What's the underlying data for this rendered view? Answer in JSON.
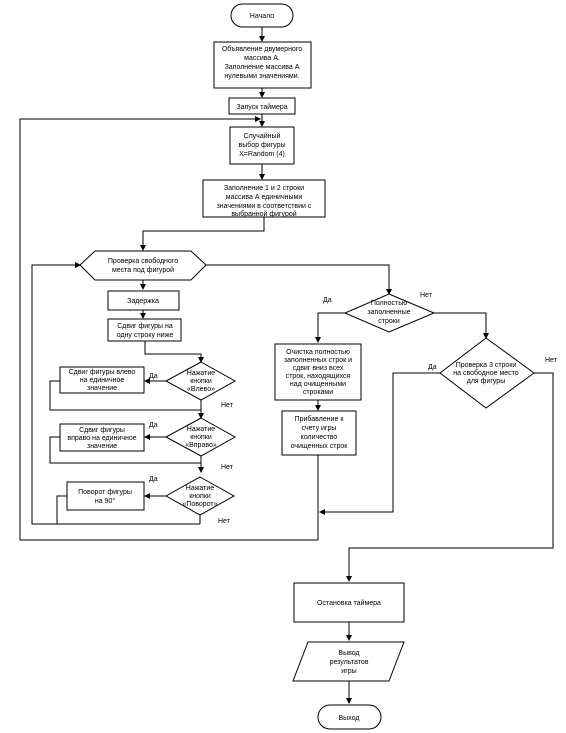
{
  "nodes": {
    "start": "Начало",
    "declare": [
      "Объявление двумерного",
      "массива А.",
      "Заполнение массива А",
      "нулевыми значениями."
    ],
    "timer_start": "Запуск таймера",
    "random": [
      "Случайный",
      "выбор фигуры",
      "X=Random (4)"
    ],
    "fill_rows": [
      "Заполнение 1 и 2 строки",
      "массива А единичными",
      "значениями в соответствии с",
      "выбранной фигурой"
    ],
    "check_space": [
      "Проверка свободного",
      "места под фигурой"
    ],
    "delay": "Задержка",
    "shift_down": [
      "Сдвиг фигуры на",
      "одну строку ниже"
    ],
    "key_left": [
      "Нажатие",
      "кнопки",
      "«Влево»"
    ],
    "shift_left": [
      "Сдвиг фигуры влево",
      "на единичное",
      "значение"
    ],
    "key_right": [
      "Нажатие",
      "кнопки",
      "«Вправо»"
    ],
    "shift_right": [
      "Сдвиг фигуры",
      "вправо на единичное",
      "значение"
    ],
    "key_rotate": [
      "Нажатие",
      "кнопки",
      "«Поворот»"
    ],
    "rotate": [
      "Поворот фигуры",
      "на 90°"
    ],
    "full_rows": [
      "Полностью",
      "заполненные",
      "строки"
    ],
    "clear_rows": [
      "Очистка полностью",
      "заполненных строк и",
      "сдвиг вниз всех",
      "строк, находящихся",
      "над очищенными",
      "строками"
    ],
    "add_score": [
      "Прибавление к",
      "счету игры",
      "количество",
      "очищенных строк"
    ],
    "check_three": [
      "Проверка 3 строки",
      "на свободное место",
      "для фигуры"
    ],
    "timer_stop": "Остановка таймера",
    "output": [
      "Вывод",
      "результатов",
      "игры"
    ],
    "exit": "Выход"
  },
  "labels": {
    "yes": "Да",
    "no": "Нет"
  }
}
